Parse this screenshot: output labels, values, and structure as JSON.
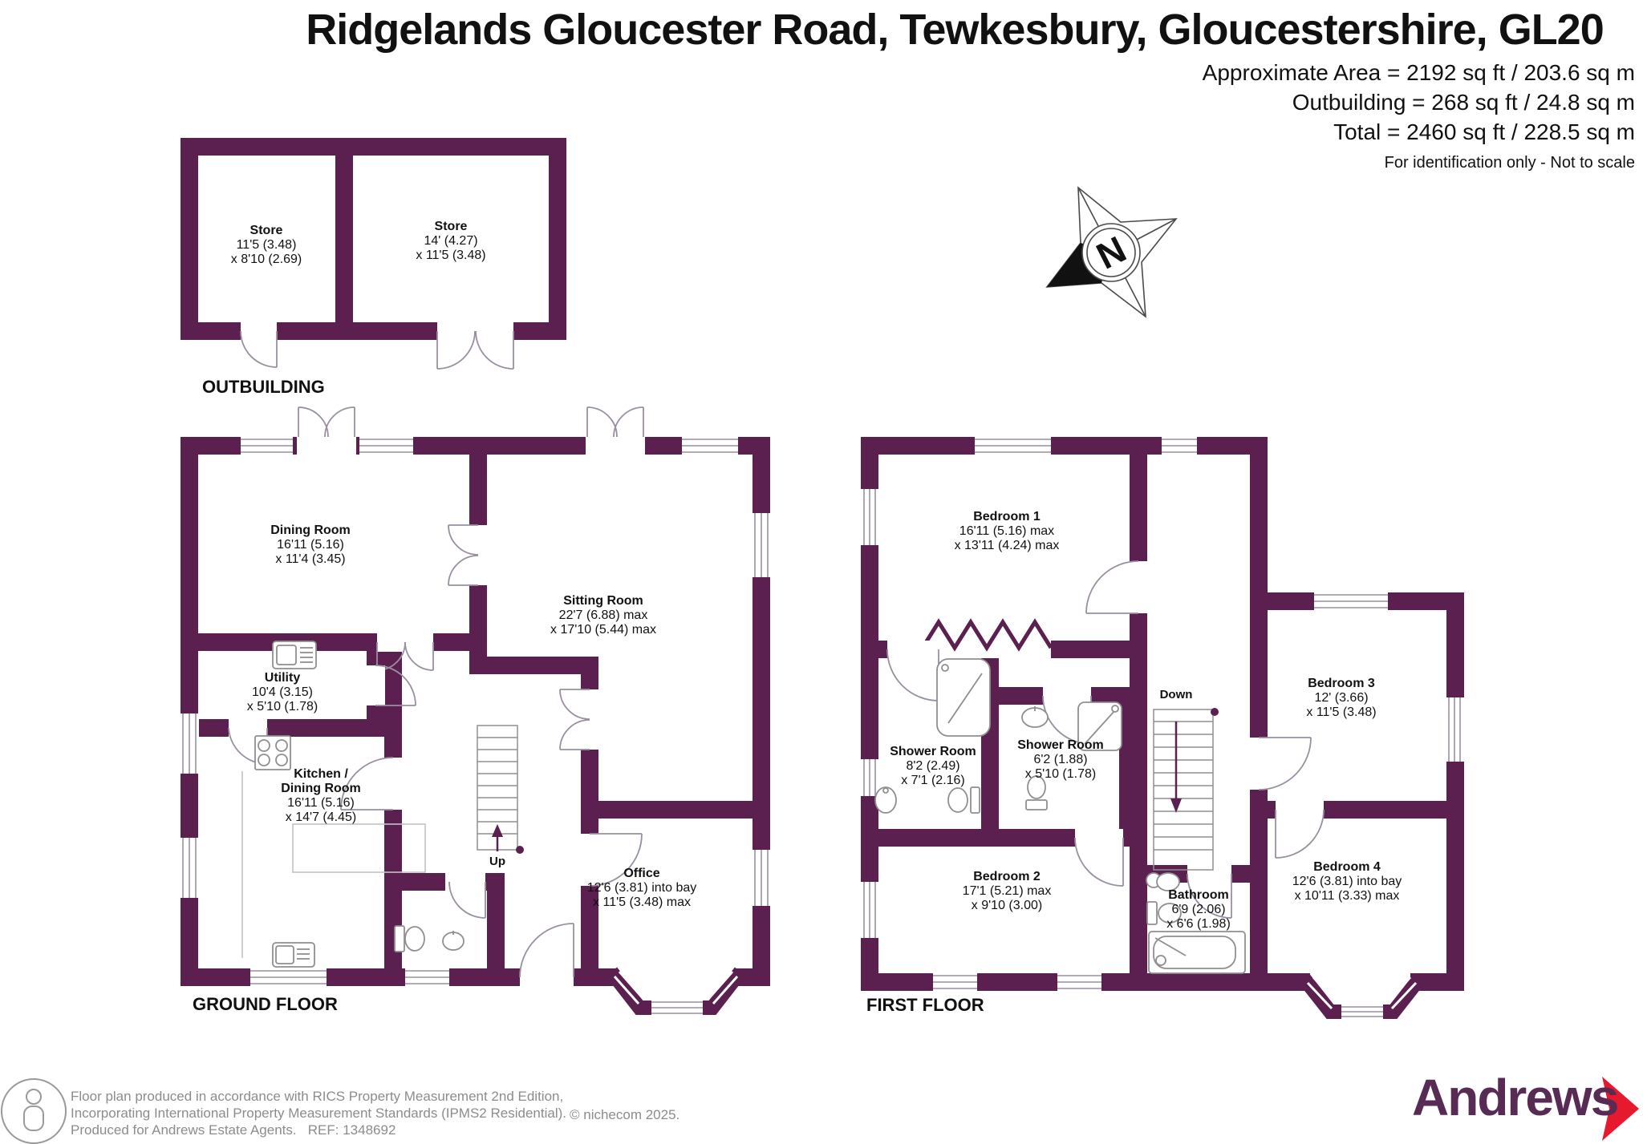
{
  "header": {
    "title": "Ridgelands Gloucester Road, Tewkesbury, Gloucestershire, GL20",
    "area_lines": [
      "Approximate Area = 2192 sq ft / 203.6 sq m",
      "Outbuilding = 268 sq ft / 24.8 sq m",
      "Total = 2460 sq ft / 228.5 sq m"
    ],
    "disclaimer": "For identification only - Not to scale"
  },
  "compass": {
    "north": "N"
  },
  "outbuilding": {
    "label": "OUTBUILDING",
    "rooms": [
      {
        "name": "Store",
        "dim1": "11'5 (3.48)",
        "dim2": "x 8'10 (2.69)"
      },
      {
        "name": "Store",
        "dim1": "14' (4.27)",
        "dim2": "x 11'5  (3.48)"
      }
    ]
  },
  "ground_floor": {
    "label": "GROUND FLOOR",
    "stairs": "Up",
    "rooms": [
      {
        "name": "Dining Room",
        "dim1": "16'11 (5.16)",
        "dim2": "x 11'4 (3.45)"
      },
      {
        "name": "Sitting Room",
        "dim1": "22'7 (6.88) max",
        "dim2": "x 17'10 (5.44) max"
      },
      {
        "name": "Utility",
        "dim1": "10'4 (3.15)",
        "dim2": "x 5'10 (1.78)"
      },
      {
        "name": "Kitchen /",
        "name2": "Dining Room",
        "dim1": "16'11 (5.16)",
        "dim2": "x 14'7 (4.45)"
      },
      {
        "name": "Office",
        "dim1": "12'6 (3.81) into bay",
        "dim2": "x 11'5 (3.48) max"
      }
    ]
  },
  "first_floor": {
    "label": "FIRST FLOOR",
    "stairs": "Down",
    "rooms": [
      {
        "name": "Bedroom 1",
        "dim1": "16'11 (5.16) max",
        "dim2": "x 13'11 (4.24) max"
      },
      {
        "name": "Shower Room",
        "dim1": "8'2 (2.49)",
        "dim2": "x 7'1 (2.16)"
      },
      {
        "name": "Shower Room",
        "dim1": "6'2 (1.88)",
        "dim2": "x 5'10 (1.78)"
      },
      {
        "name": "Bedroom 3",
        "dim1": "12' (3.66)",
        "dim2": "x 11'5 (3.48)"
      },
      {
        "name": "Bedroom 2",
        "dim1": "17'1 (5.21) max",
        "dim2": "x 9'10 (3.00)"
      },
      {
        "name": "Bathroom",
        "dim1": "6'9 (2.06)",
        "dim2": "x 6'6 (1.98)"
      },
      {
        "name": "Bedroom 4",
        "dim1": "12'6 (3.81) into bay",
        "dim2": "x 10'11 (3.33) max"
      }
    ]
  },
  "footer": {
    "lines": [
      "Floor plan produced in accordance with RICS Property Measurement 2nd Edition,",
      "Incorporating International Property Measurement Standards (IPMS2 Residential).",
      "Produced for Andrews Estate Agents.   REF: 1348692"
    ],
    "copyright": "© nichecom 2025.",
    "brand": "Andrews"
  },
  "colors": {
    "wall": "#5c2050",
    "line_gray": "#9a8fa0",
    "footer_gray": "#8c8c8c",
    "brand_purple": "#582b54",
    "brand_red": "#e6192e"
  }
}
